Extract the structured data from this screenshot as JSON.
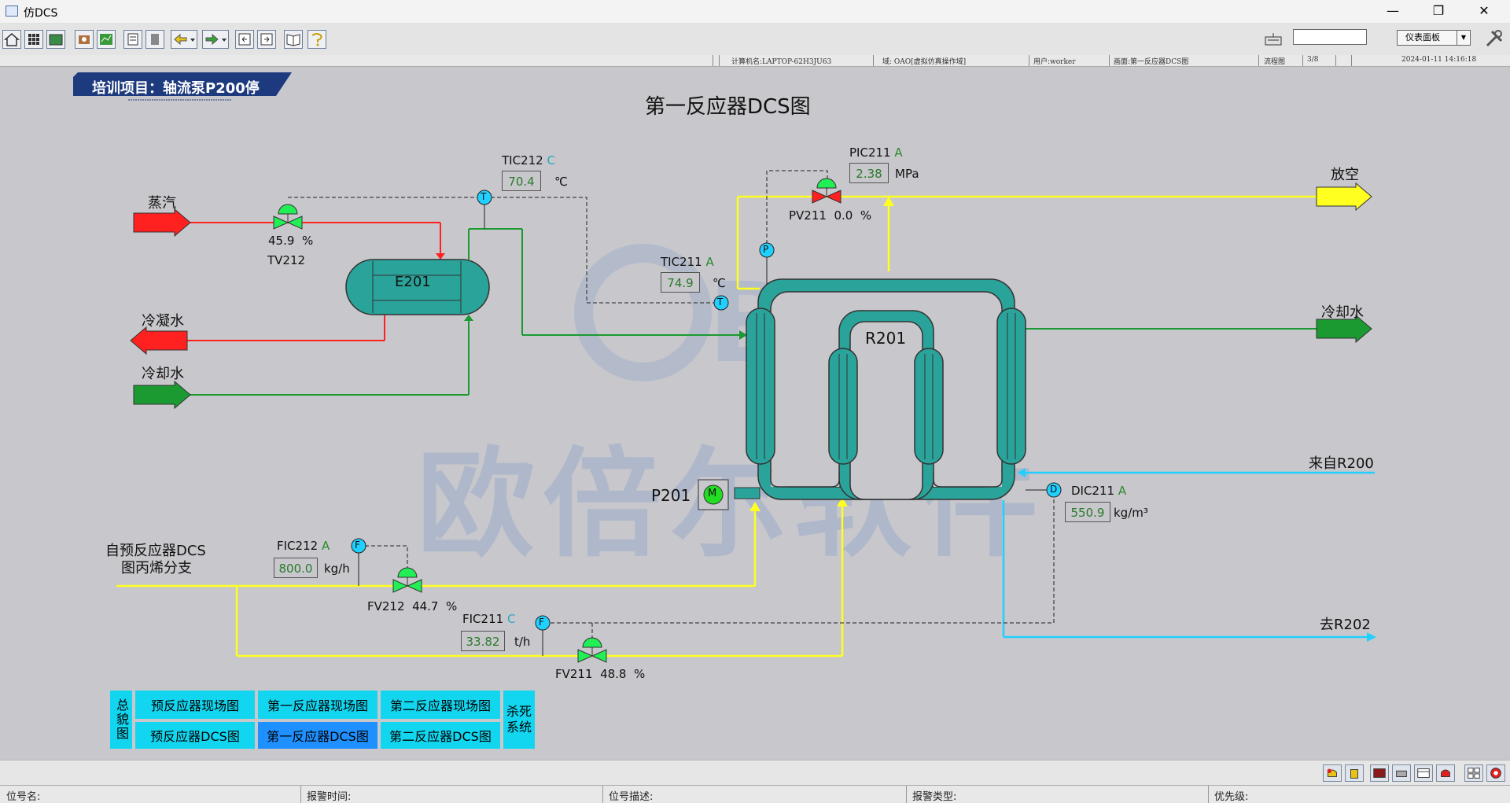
{
  "window": {
    "title": "仿DCS"
  },
  "toolbar": {
    "search_value": "",
    "panel_select": "仪表面板"
  },
  "infobar": {
    "computer": "计算机名:LAPTOP-62H3JU63",
    "domain": "域: OAO[虚拟仿真操作域]",
    "user": "用户:worker",
    "screen": "画面:第一反应器DCS图",
    "type": "流程图",
    "page": "3/8",
    "datetime": "2024-01-11 14:16:18"
  },
  "training": {
    "label": "培训项目：轴流泵P200停"
  },
  "page_title": "第一反应器DCS图",
  "streams": {
    "steam": "蒸汽",
    "condensate": "冷凝水",
    "cooling_left": "冷却水",
    "vent": "放空",
    "cooling_right": "冷却水",
    "from_r200": "来自R200",
    "to_r202": "去R202",
    "from_pre_line1": "自预反应器DCS",
    "from_pre_line2": "图丙烯分支"
  },
  "equipment": {
    "e201": "E201",
    "r201": "R201",
    "p201": "P201",
    "motor": "M"
  },
  "sensors": {
    "t": "T",
    "p": "P",
    "f": "F",
    "d": "D"
  },
  "instruments": {
    "tic212": {
      "tag": "TIC212",
      "mode": "C",
      "value": "70.4",
      "unit": "℃"
    },
    "tic211": {
      "tag": "TIC211",
      "mode": "A",
      "value": "74.9",
      "unit": "℃"
    },
    "pic211": {
      "tag": "PIC211",
      "mode": "A",
      "value": "2.38",
      "unit": "MPa"
    },
    "dic211": {
      "tag": "DIC211",
      "mode": "A",
      "value": "550.9",
      "unit": "kg/m³"
    },
    "fic212": {
      "tag": "FIC212",
      "mode": "A",
      "value": "800.0",
      "unit": "kg/h"
    },
    "fic211": {
      "tag": "FIC211",
      "mode": "C",
      "value": "33.82",
      "unit": "t/h"
    }
  },
  "valves": {
    "tv212": {
      "tag": "TV212",
      "value": "45.9",
      "unit": "%"
    },
    "pv211": {
      "tag": "PV211",
      "value": "0.0",
      "unit": "%"
    },
    "fv212": {
      "tag": "FV212",
      "value": "44.7",
      "unit": "%"
    },
    "fv211": {
      "tag": "FV211",
      "value": "48.8",
      "unit": "%"
    }
  },
  "nav": {
    "overview": "总貌图",
    "pre_field": "预反应器现场图",
    "r1_field": "第一反应器现场图",
    "r2_field": "第二反应器现场图",
    "pre_dcs": "预反应器DCS图",
    "r1_dcs": "第一反应器DCS图",
    "r2_dcs": "第二反应器DCS图",
    "kill": "杀死系统"
  },
  "watermark": {
    "text": "欧倍尔软件",
    "logo": "BE"
  },
  "statusbar": {
    "tag": "位号名:",
    "time": "报警时间:",
    "desc": "位号描述:",
    "type": "报警类型:",
    "priority": "优先级:"
  },
  "colors": {
    "background": "#c7c7cc",
    "steam_line": "#ff2020",
    "cooling_line": "#1a9a30",
    "propylene_line": "#ffff20",
    "r200_line": "#20d0ff",
    "equipment": "#2aa39a",
    "nav_button": "#12d6f0",
    "nav_active": "#1e90ff"
  }
}
